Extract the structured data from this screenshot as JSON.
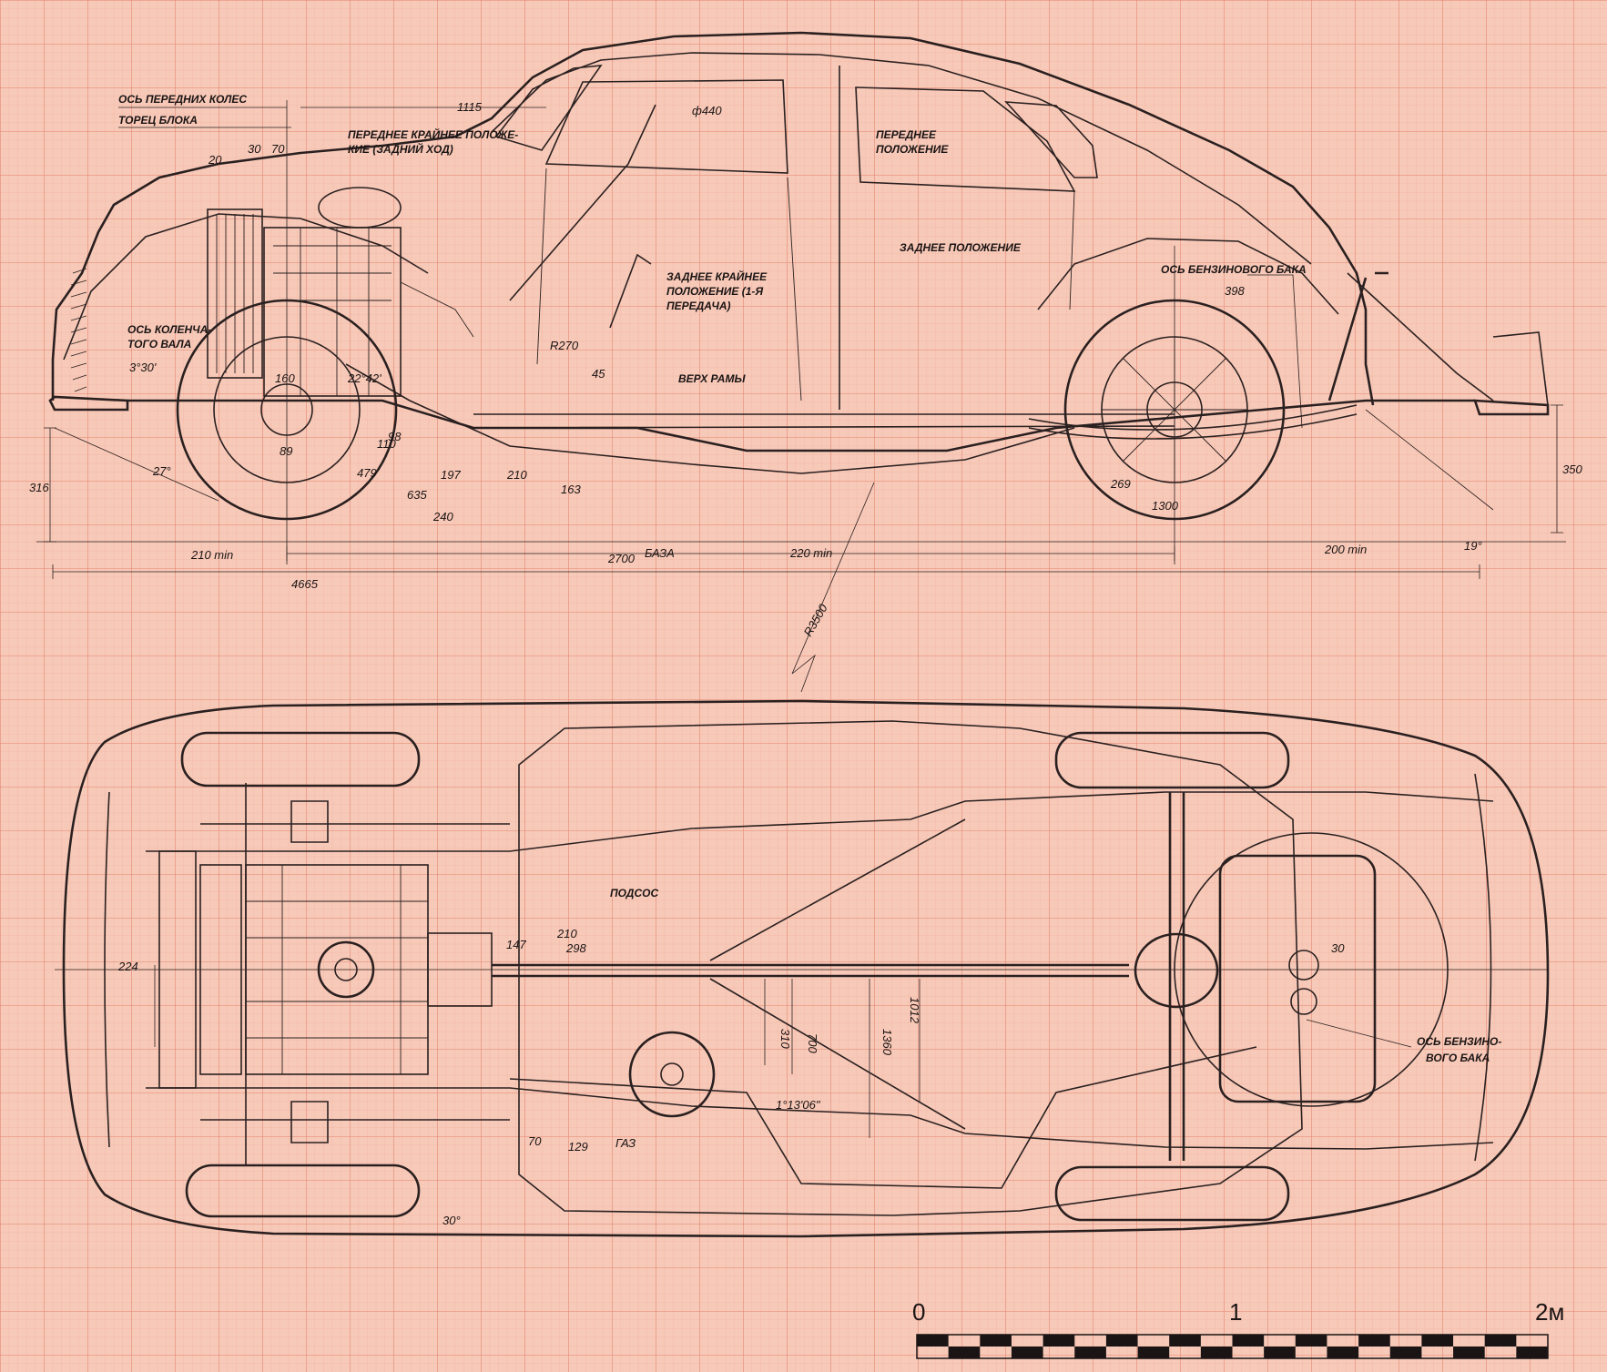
{
  "colors": {
    "paper": "#f7c9b8",
    "grid_fine": "#f0aa98",
    "grid_major": "#e3826b",
    "ink": "#2a2020"
  },
  "side_view": {
    "labels": {
      "front_axle": "ОСЬ ПЕРЕДНИХ КОЛЕС",
      "block_end": "ТОРЕЦ БЛОКА",
      "front_extreme": "ПЕРЕДНЕЕ КРАЙНЕЕ ПОЛОЖЕ-",
      "front_extreme_2": "КИЕ (ЗАДНИЙ ХОД)",
      "front_position": "ПЕРЕДНЕЕ",
      "front_position_2": "ПОЛОЖЕНИЕ",
      "rear_position": "ЗАДНЕЕ ПОЛОЖЕНИЕ",
      "rear_extreme": "ЗАДНЕЕ КРАЙНЕЕ",
      "rear_extreme_2": "ПОЛОЖЕНИЕ (1-Я",
      "rear_extreme_3": "ПЕРЕДАЧА)",
      "crankshaft_axis": "ОСЬ КОЛЕНЧА-",
      "crankshaft_axis_2": "ТОГО ВАЛА",
      "frame_top": "ВЕРХ РАМЫ",
      "fuel_tank_axis": "ОСЬ БЕНЗИНОВОГО БАКА"
    },
    "dims": {
      "d1115": "1115",
      "d20": "20",
      "d30": "30",
      "d70": "70",
      "d440": "ф440",
      "d398": "398",
      "r270": "R270",
      "d45": "45",
      "d3deg30": "3°30'",
      "d160": "160",
      "d22deg": "22°42'",
      "d89": "89",
      "d110": "110",
      "d98": "98",
      "d479": "479",
      "d197": "197",
      "d210": "210",
      "d163": "163",
      "d635": "635",
      "d240": "240",
      "d27deg": "27°",
      "d316": "316",
      "d350": "350",
      "d269": "269",
      "d1300": "1300",
      "d19deg": "19°",
      "d210min": "210 min",
      "d2700": "2700",
      "baza": "БАЗА",
      "d220min": "220 min",
      "d200min": "200 min",
      "d4665": "4665",
      "r3500": "R3500"
    }
  },
  "plan_view": {
    "labels": {
      "podsos": "ПОДСОС",
      "fuel_tank_axis": "ОСЬ БЕНЗИНО-",
      "fuel_tank_axis_2": "ВОГО БАКА",
      "gaz": "ГАЗ"
    },
    "dims": {
      "d224": "224",
      "d147": "147",
      "d210": "210",
      "d298": "298",
      "d700": "700",
      "d310": "310",
      "d1360": "1360",
      "d1012": "1012",
      "d30": "30",
      "d1deg": "1°13'06\"",
      "d70": "70",
      "d129": "129",
      "d30deg": "30°"
    }
  },
  "scale_bar": {
    "t0": "0",
    "t1": "1",
    "t2": "2м",
    "meters": 2
  }
}
